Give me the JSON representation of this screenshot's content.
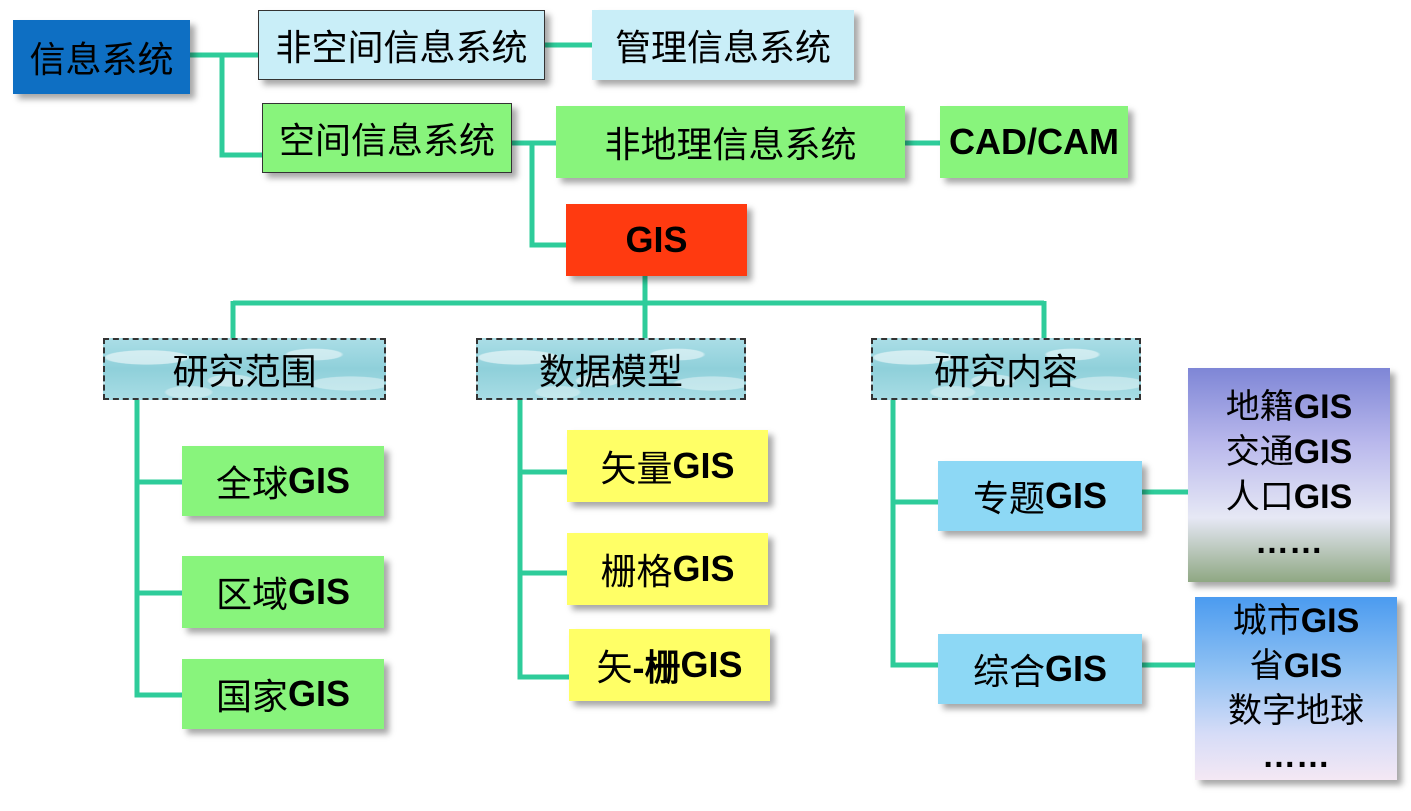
{
  "colors": {
    "connector": "#2ecc9a",
    "root_blue": "#0e6fc3",
    "light_cyan": "#c9eef8",
    "green": "#88f47c",
    "gis_red": "#ff3a10",
    "yellow": "#ffff66",
    "blue_box": "#8dd8f5"
  },
  "top": {
    "info_system": "信息系统",
    "non_spatial": "非空间信息系统",
    "management": "管理信息系统",
    "spatial": "空间信息系统",
    "non_geographic": "非地理信息系统",
    "cad_cam": "CAD/CAM",
    "gis": "GIS"
  },
  "categories": {
    "scope": {
      "title": "研究范围",
      "items": [
        {
          "prefix": "全球",
          "suffix": "GIS"
        },
        {
          "prefix": "区域",
          "suffix": "GIS"
        },
        {
          "prefix": "国家",
          "suffix": "GIS"
        }
      ]
    },
    "model": {
      "title": "数据模型",
      "items": [
        {
          "prefix": "矢量",
          "suffix": "GIS"
        },
        {
          "prefix": "栅格",
          "suffix": "GIS"
        },
        {
          "prefix": "矢",
          "suffix": "-栅",
          "suffix2": "GIS"
        }
      ]
    },
    "content": {
      "title": "研究内容",
      "items": [
        {
          "prefix": "专题",
          "suffix": "GIS"
        },
        {
          "prefix": "综合",
          "suffix": "GIS"
        }
      ]
    }
  },
  "examples": {
    "thematic": [
      {
        "prefix": "地籍",
        "suffix": "GIS"
      },
      {
        "prefix": "交通",
        "suffix": "GIS"
      },
      {
        "prefix": "人口",
        "suffix": "GIS"
      },
      {
        "prefix": "",
        "suffix": "……"
      }
    ],
    "comprehensive": [
      {
        "prefix": "城市",
        "suffix": "GIS"
      },
      {
        "prefix": "省",
        "suffix": "GIS"
      },
      {
        "prefix": "数字地球",
        "suffix": ""
      },
      {
        "prefix": "",
        "suffix": "……"
      }
    ]
  }
}
